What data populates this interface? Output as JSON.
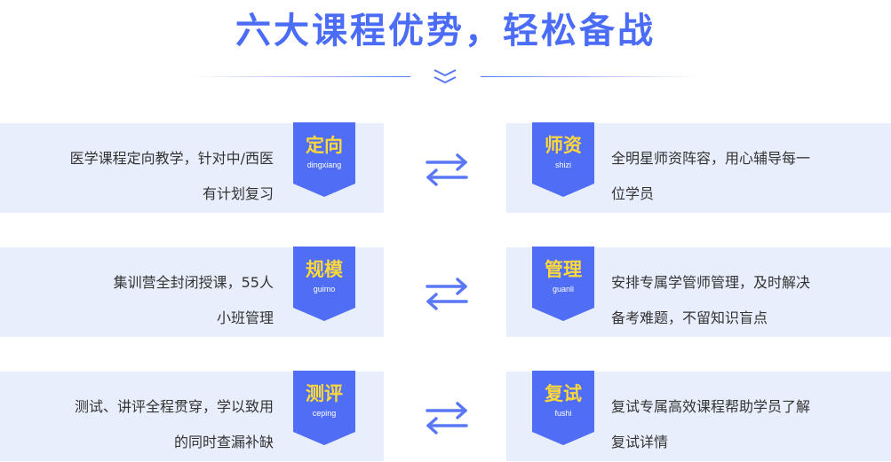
{
  "title": "六大课程优势，轻松备战",
  "icons": {
    "divider": "chevron-double-down-icon",
    "swap": "swap-arrows-icon"
  },
  "colors": {
    "accent": "#4a6cf7",
    "card_bg": "#e9eefc",
    "badge_title": "#ffd83a"
  },
  "rows": [
    {
      "left": {
        "badge": "定向",
        "pinyin": "dingxiang",
        "line1": "医学课程定向教学，针对中/西医",
        "line2": "有计划复习"
      },
      "right": {
        "badge": "师资",
        "pinyin": "shizi",
        "line1": "全明星师资阵容，用心辅导每一",
        "line2": "位学员"
      }
    },
    {
      "left": {
        "badge": "规模",
        "pinyin": "guimo",
        "line1": "集训营全封闭授课，55人",
        "line2": "小班管理"
      },
      "right": {
        "badge": "管理",
        "pinyin": "guanli",
        "line1": "安排专属学管师管理，及时解决",
        "line2": "备考难题，不留知识盲点"
      }
    },
    {
      "left": {
        "badge": "测评",
        "pinyin": "ceping",
        "line1": "测试、讲评全程贯穿，学以致用",
        "line2": "的同时查漏补缺"
      },
      "right": {
        "badge": "复试",
        "pinyin": "fushi",
        "line1": "复试专属高效课程帮助学员了解",
        "line2": "复试详情"
      }
    }
  ]
}
